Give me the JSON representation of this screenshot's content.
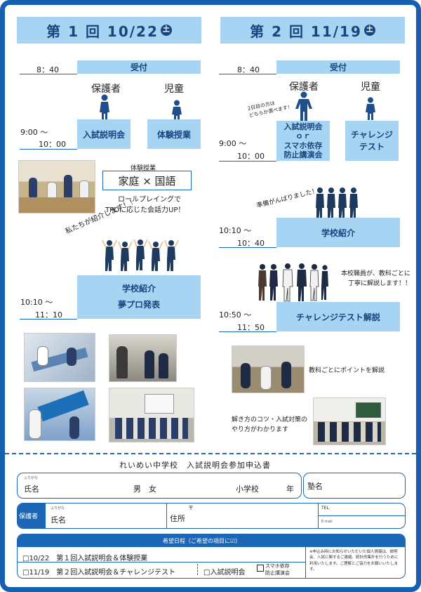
{
  "colors": {
    "accent": "#1560b0",
    "box": "#a6d4f2",
    "figure": "#1f4e8c"
  },
  "session1": {
    "title": "第 1 回 10/22",
    "day": "土",
    "reception_time": "8：40",
    "reception_label": "受付",
    "role_parent": "保護者",
    "role_child": "児童",
    "time_a_start": "9:00 ～",
    "time_a_end": "10：00",
    "parent_box": "入試説明会",
    "child_box": "体験授業",
    "lesson_heading": "体験授業",
    "lesson_title": "家庭 × 国語",
    "lesson_desc_1": "ロールプレイングで",
    "lesson_desc_2": "TPOに応じた会話力UP！",
    "intro_caption": "私たちが紹介します！！",
    "time_b_start": "10:10 ～",
    "time_b_end": "11：10",
    "box_b_line1": "学校紹介",
    "box_b_line2": "夢プロ発表"
  },
  "session2": {
    "title": "第 2 回 11/19",
    "day": "土",
    "reception_time": "8：40",
    "reception_label": "受付",
    "role_parent": "保護者",
    "role_child": "児童",
    "choose_note_1": "2日目の方は",
    "choose_note_2": "どちらか選べます！",
    "time_a_start": "9:00 ～",
    "time_a_end": "10：00",
    "parent_box_1": "入試説明会",
    "parent_box_2": "ｏｒ",
    "parent_box_3": "スマホ依存",
    "parent_box_4": "防止講演会",
    "child_box_1": "チャレンジ",
    "child_box_2": "テスト",
    "prep_caption": "準備がんばりました！！",
    "time_b_start": "10:10 ～",
    "time_b_end": "10：40",
    "box_b": "学校紹介",
    "staff_note_1": "本校職員が、教科ごとに",
    "staff_note_2": "丁寧に解説します！！",
    "time_c_start": "10:50 ～",
    "time_c_end": "11：50",
    "box_c": "チャレンジテスト解説",
    "photo_note_1": "教科ごとにポイントを解説",
    "photo_note_2": "解き方のコツ・入試対策の",
    "photo_note_3": "やり方がわかります"
  },
  "form": {
    "title": "れいめい中学校　入試説明会参加申込書",
    "furigana": "ふりがな",
    "name": "氏名",
    "male": "男",
    "female": "女",
    "elementary": "小学校",
    "year": "年",
    "cram": "塾名",
    "guardian": "保護者",
    "postal": "〒",
    "address": "住所",
    "tel": "TEL",
    "email": "E-mail",
    "wish_header": "希望日程（ご希望の項目に☑）",
    "opt1": "□10/22　第１回入試説明会＆体験授業",
    "opt2": "□11/19　第２回入試説明会＆チャレンジテスト",
    "opt3": "□入試説明会",
    "opt4_1": "スマホ依存",
    "opt4_2": "防止講演会",
    "privacy": "※申込み時にお知らせいただいた個人情報は、説明会、入試に関するご連絡、統計的集計を行うために利用いたします。ご理解とご協力をお願いいたします。"
  }
}
